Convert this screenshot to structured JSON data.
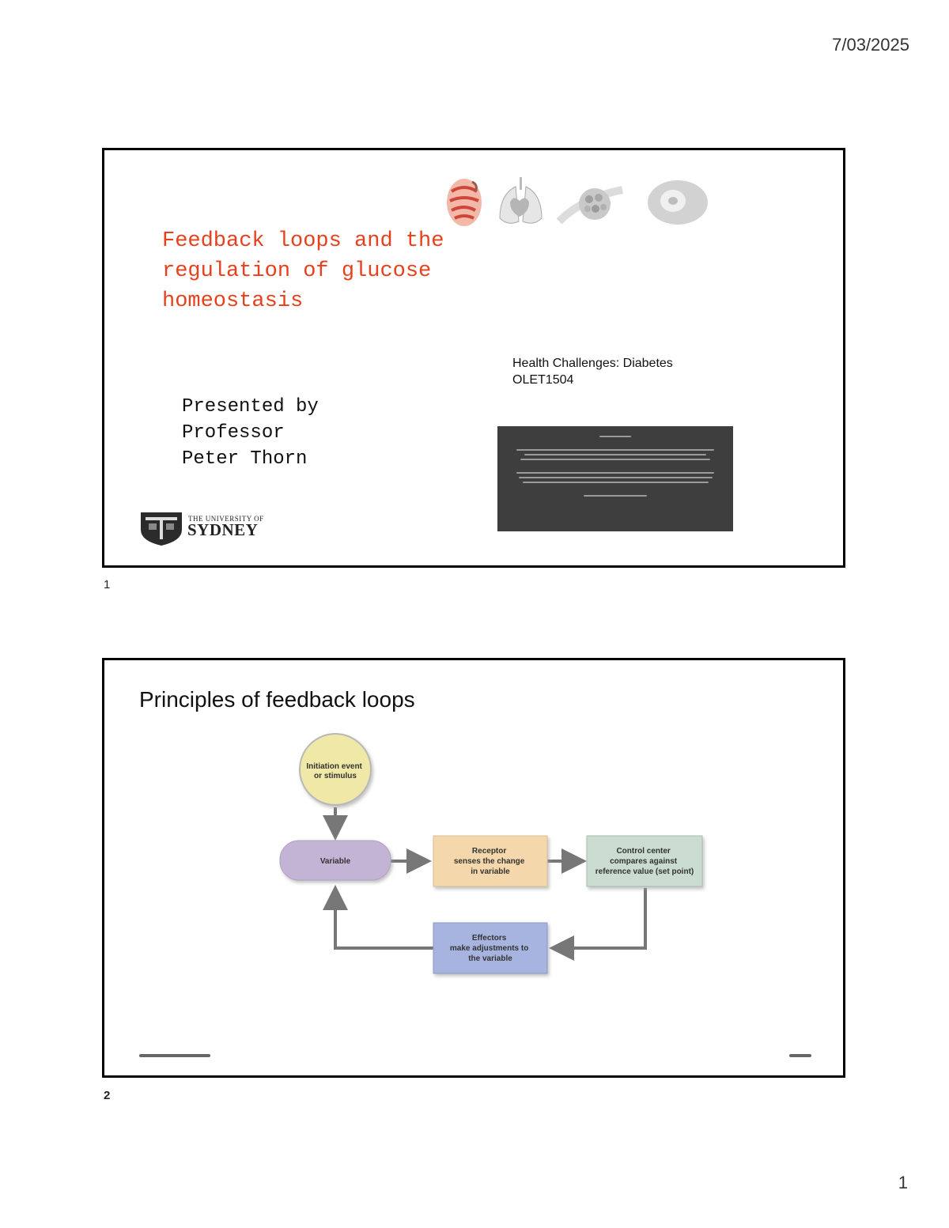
{
  "page_header": {
    "date": "7/03/2025"
  },
  "page_footer": {
    "page_number": "1"
  },
  "slides": [
    {
      "number": "1",
      "title_lines": [
        "Feedback loops and the",
        "regulation of glucose",
        "homeostasis"
      ],
      "presenter_lines": [
        "Presented by",
        "Professor",
        "Peter Thorn"
      ],
      "course_lines": [
        "Health Challenges: Diabetes",
        "OLET1504"
      ],
      "university": {
        "small": "THE UNIVERSITY OF",
        "big": "SYDNEY"
      },
      "colors": {
        "title": "#e8401c",
        "ack_panel": "#3e3e3e"
      }
    },
    {
      "number": "2",
      "title": "Principles of feedback loops",
      "diagram": {
        "stimulus": [
          "Initiation event",
          "or stimulus"
        ],
        "variable": "Variable",
        "receptor": [
          "Receptor",
          "senses the change",
          "in variable"
        ],
        "control": [
          "Control center",
          "compares against",
          "reference value (set point)"
        ],
        "effectors": [
          "Effectors",
          "make adjustments to",
          "the variable"
        ]
      },
      "colors": {
        "stimulus": "#efe8a6",
        "variable": "#c3b3d5",
        "receptor": "#f4d8ab",
        "control": "#c9dccf",
        "effectors": "#a7b4e0",
        "arrow": "#777777"
      }
    }
  ]
}
